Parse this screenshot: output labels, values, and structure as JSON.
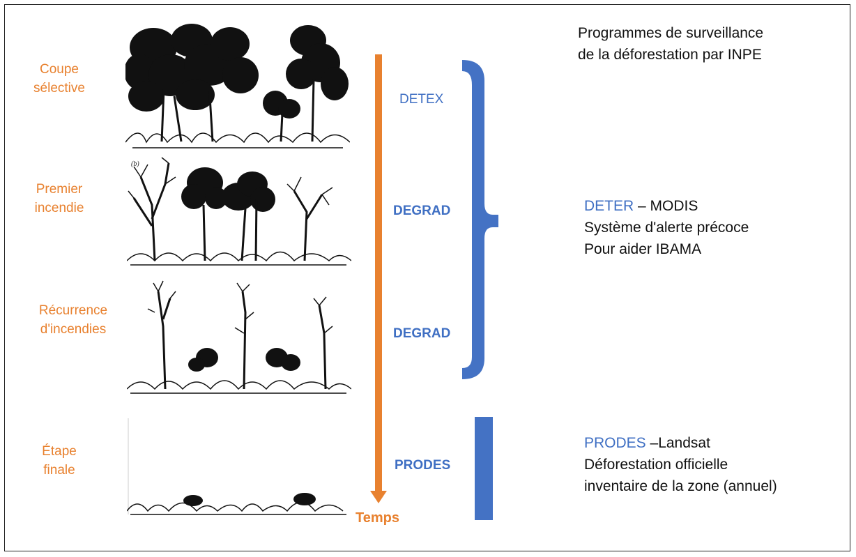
{
  "title": {
    "line1": "Programmes de surveillance",
    "line2": "de la déforestation par INPE"
  },
  "stages": [
    {
      "line1": "Coupe",
      "line2": "sélective"
    },
    {
      "line1": "Premier",
      "line2": "incendie"
    },
    {
      "line1": "Récurrence",
      "line2": "d'incendies"
    },
    {
      "line1": "Étape",
      "line2": "finale"
    }
  ],
  "panels": {
    "p2_marker": "(b)"
  },
  "programs": {
    "detex": "DETEX",
    "degrad_1": "DEGRAD",
    "degrad_2": "DEGRAD",
    "prodes": "PRODES"
  },
  "time_label": "Temps",
  "deter": {
    "name": "DETER",
    "line1_rest": " – MODIS",
    "line2": "Système d'alerte précoce",
    "line3": "Pour aider  IBAMA"
  },
  "prodes_desc": {
    "name": "PRODES",
    "line1_rest": " –Landsat",
    "line2": "Déforestation officielle",
    "line3": "inventaire de la zone (annuel)"
  },
  "colors": {
    "orange": "#e8812f",
    "blue": "#3f6fc3",
    "text": "#111111"
  }
}
